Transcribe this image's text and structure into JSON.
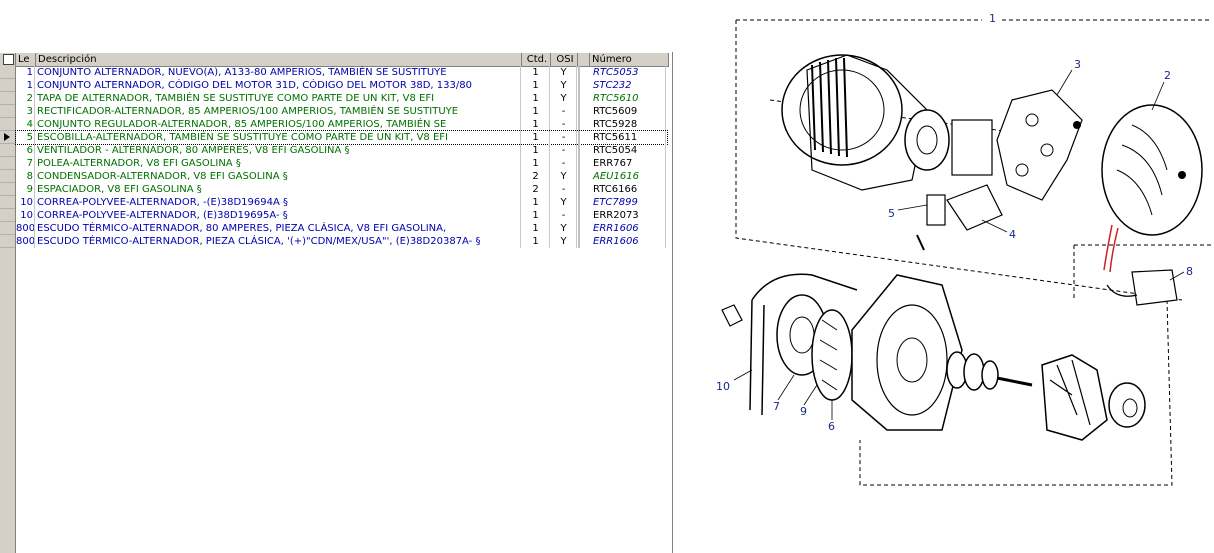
{
  "table": {
    "headers": {
      "le": "Le",
      "descripcion": "Descripción",
      "ctd": "Ctd.",
      "osi": "OSI",
      "numero": "Número"
    },
    "rows": [
      {
        "le": "1",
        "desc": "CONJUNTO ALTERNADOR, NUEVO(A), A133-80 AMPERIOS, TAMBIÉN SE SUSTITUYE",
        "ctd": "1",
        "osi": "Y",
        "num": "RTC5053"
      },
      {
        "le": "1",
        "desc": "CONJUNTO ALTERNADOR, CÓDIGO DEL MOTOR 31D, CÓDIGO DEL MOTOR 38D, 133/80",
        "ctd": "1",
        "osi": "Y",
        "num": "STC232"
      },
      {
        "le": "2",
        "desc": "TAPA DE ALTERNADOR, TAMBIÉN SE SUSTITUYE COMO PARTE DE UN KIT, V8 EFI",
        "ctd": "1",
        "osi": "Y",
        "num": "RTC5610"
      },
      {
        "le": "3",
        "desc": "RECTIFICADOR-ALTERNADOR, 85 AMPERIOS/100 AMPERIOS, TAMBIÉN SE SUSTITUYE",
        "ctd": "1",
        "osi": "-",
        "num": "RTC5609"
      },
      {
        "le": "4",
        "desc": "CONJUNTO REGULADOR-ALTERNADOR, 85 AMPERIOS/100 AMPERIOS, TAMBIÉN SE",
        "ctd": "1",
        "osi": "-",
        "num": "RTC5928"
      },
      {
        "le": "5",
        "desc": "ESCOBILLA-ALTERNADOR, TAMBIÉN SE SUSTITUYE COMO PARTE DE UN KIT, V8 EFI",
        "ctd": "1",
        "osi": "-",
        "num": "RTC5611"
      },
      {
        "le": "6",
        "desc": "VENTILADOR - ALTERNADOR, 80 AMPERES, V8 EFI GASOLINA §",
        "ctd": "1",
        "osi": "-",
        "num": "RTC5054"
      },
      {
        "le": "7",
        "desc": "POLEA-ALTERNADOR, V8 EFI GASOLINA §",
        "ctd": "1",
        "osi": "-",
        "num": "ERR767"
      },
      {
        "le": "8",
        "desc": "CONDENSADOR-ALTERNADOR, V8 EFI GASOLINA §",
        "ctd": "2",
        "osi": "Y",
        "num": "AEU1616"
      },
      {
        "le": "9",
        "desc": "ESPACIADOR, V8 EFI GASOLINA §",
        "ctd": "2",
        "osi": "-",
        "num": "RTC6166"
      },
      {
        "le": "10",
        "desc": "CORREA-POLYVEE-ALTERNADOR, -(E)38D19694A §",
        "ctd": "1",
        "osi": "Y",
        "num": "ETC7899"
      },
      {
        "le": "10",
        "desc": "CORREA-POLYVEE-ALTERNADOR, (E)38D19695A- §",
        "ctd": "1",
        "osi": "-",
        "num": "ERR2073"
      },
      {
        "le": "800",
        "desc": "ESCUDO TÉRMICO-ALTERNADOR, 80 AMPERES, PIEZA CLÁSICA, V8 EFI GASOLINA,",
        "ctd": "1",
        "osi": "Y",
        "num": "ERR1606"
      },
      {
        "le": "800",
        "desc": "ESCUDO TÉRMICO-ALTERNADOR, PIEZA CLÁSICA, '(+)\"CDN/MEX/USA\"', (E)38D20387A- §",
        "ctd": "1",
        "osi": "Y",
        "num": "ERR1606"
      }
    ]
  },
  "diagram": {
    "callouts": [
      "1",
      "2",
      "3",
      "4",
      "5",
      "6",
      "7",
      "8",
      "9",
      "10"
    ]
  },
  "colors": {
    "row_blue": "#0000b0",
    "row_green": "#007000",
    "callout": "#1a2a8a"
  }
}
